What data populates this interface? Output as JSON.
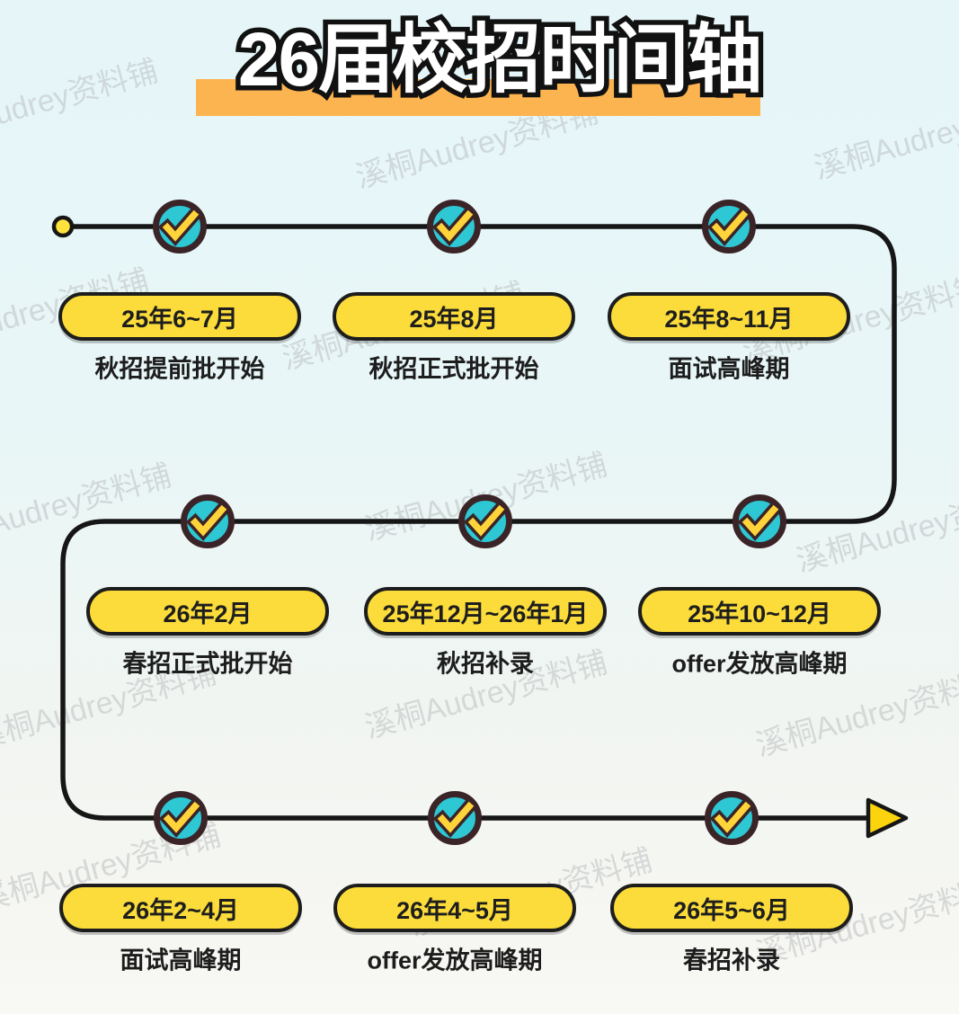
{
  "title": {
    "text": "26届校招时间轴"
  },
  "watermark": {
    "text": "溪桐Audrey资料铺"
  },
  "timeline": {
    "rows": [
      {
        "items": [
          {
            "date": "25年6~7月",
            "label": "秋招提前批开始"
          },
          {
            "date": "25年8月",
            "label": "秋招正式批开始"
          },
          {
            "date": "25年8~11月",
            "label": "面试高峰期"
          }
        ]
      },
      {
        "items": [
          {
            "date": "26年2月",
            "label": "春招正式批开始"
          },
          {
            "date": "25年12月~26年1月",
            "label": "秋招补录"
          },
          {
            "date": "25年10~12月",
            "label": "offer发放高峰期"
          }
        ]
      },
      {
        "items": [
          {
            "date": "26年2~4月",
            "label": "面试高峰期"
          },
          {
            "date": "26年4~5月",
            "label": "offer发放高峰期"
          },
          {
            "date": "26年5~6月",
            "label": "春招补录"
          }
        ]
      }
    ]
  },
  "colors": {
    "background_top": "#e6f6f8",
    "background_bottom": "#f8f8f4",
    "title_highlight": "#fcb450",
    "title_fill": "#ffffff",
    "title_outline": "#111111",
    "pill_fill": "#fbdc3a",
    "pill_border": "#1d1d1d",
    "node_fill": "#2ec7d4",
    "node_border": "#3b2427",
    "check_yellow": "#ffd43a",
    "path_line": "#161616",
    "start_dot": "#ffe23c",
    "arrow_fill": "#fcd40d",
    "watermark_gray": "#b9bcbe"
  }
}
